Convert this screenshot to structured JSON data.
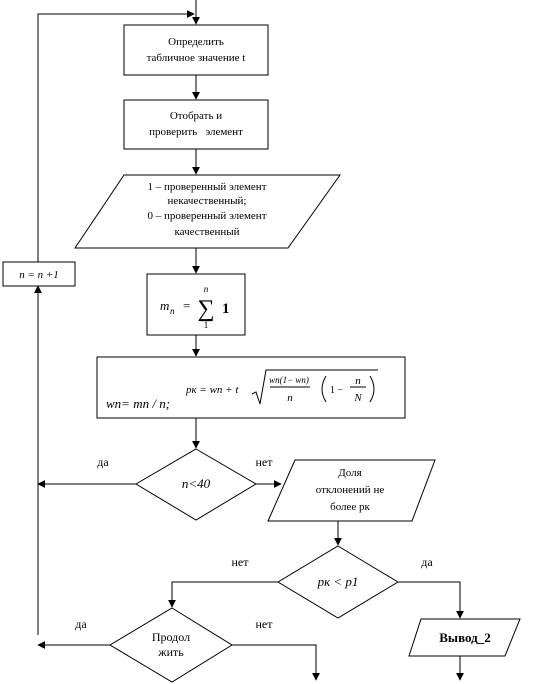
{
  "nodes": {
    "define_t": {
      "line1": "Определить",
      "line2": "табличное значение t"
    },
    "select_check": {
      "line1": "Отобрать и",
      "line2": "проверить   элемент"
    },
    "input_data": {
      "line1": "1 – проверенный элемент",
      "line2": "некачественный;",
      "line3": "0 – проверенный элемент",
      "line4": "качественный"
    },
    "increment": {
      "text": "n = n +1"
    },
    "sum": {
      "lhs": "m",
      "lhs_sub": "n",
      "eq": "=",
      "upper": "n",
      "sigma": "∑",
      "body": "1",
      "lower": "1"
    },
    "formula": {
      "w_def": "wn= mn / n;",
      "pk": "pк = wn + t",
      "frac_num": "wn(1− wn)",
      "frac_den": "n",
      "paren_num": "n",
      "paren_den": "N",
      "one_minus": "1 −"
    },
    "decision_n40": {
      "text": "n<40",
      "yes": "да",
      "no": "нет"
    },
    "share": {
      "line1": "Доля",
      "line2": "отклонений не",
      "line3": "более pк"
    },
    "decision_pk": {
      "text": "pк < p1",
      "yes": "да",
      "no": "нет"
    },
    "continue": {
      "line1": "Продол",
      "line2": "жить",
      "yes": "да",
      "no": "нет"
    },
    "output2": {
      "text": "Вывод_2"
    }
  }
}
